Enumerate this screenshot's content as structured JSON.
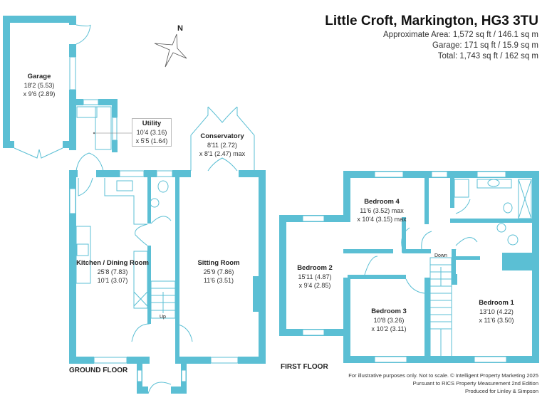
{
  "header": {
    "title": "Little Croft, Markington, HG3 3TU",
    "area": "Approximate Area: 1,572 sq ft / 146.1 sq m",
    "garage": "Garage: 171 sq ft / 15.9 sq m",
    "total": "Total: 1,743 sq ft / 162 sq m"
  },
  "compass": {
    "label": "N"
  },
  "ground_floor": {
    "label": "GROUND FLOOR",
    "stairs_label": "Up",
    "rooms": {
      "garage": {
        "name": "Garage",
        "dim1": "18'2 (5.53)",
        "dim2": "x 9'6 (2.89)"
      },
      "utility": {
        "name": "Utility",
        "dim1": "10'4 (3.16)",
        "dim2": "x 5'5 (1.64)"
      },
      "conservatory": {
        "name": "Conservatory",
        "dim1": "8'11 (2.72)",
        "dim2": "x 8'1 (2.47) max"
      },
      "kitchen": {
        "name": "Kitchen / Dining Room",
        "dim1": "25'8 (7.83)",
        "dim2": "10'1 (3.07)"
      },
      "sitting": {
        "name": "Sitting Room",
        "dim1": "25'9 (7.86)",
        "dim2": "11'6 (3.51)"
      }
    }
  },
  "first_floor": {
    "label": "FIRST FLOOR",
    "stairs_label": "Down",
    "rooms": {
      "bedroom4": {
        "name": "Bedroom 4",
        "dim1": "11'6 (3.52) max",
        "dim2": "x 10'4 (3.15) max"
      },
      "bedroom2": {
        "name": "Bedroom 2",
        "dim1": "15'11 (4.87)",
        "dim2": "x 9'4 (2.85)"
      },
      "bedroom3": {
        "name": "Bedroom 3",
        "dim1": "10'8 (3.26)",
        "dim2": "x 10'2 (3.11)"
      },
      "bedroom1": {
        "name": "Bedroom 1",
        "dim1": "13'10 (4.22)",
        "dim2": "x 11'6 (3.50)"
      }
    }
  },
  "footer": {
    "line1": "For illustrative purposes only. Not to scale. © Intelligent Property Marketing 2025",
    "line2": "Pursuant to RICS Property Measurement 2nd Edition",
    "line3": "Produced for Linley & Simpson"
  },
  "colors": {
    "wall": "#5bbfd4",
    "line": "#5bbfd4"
  }
}
